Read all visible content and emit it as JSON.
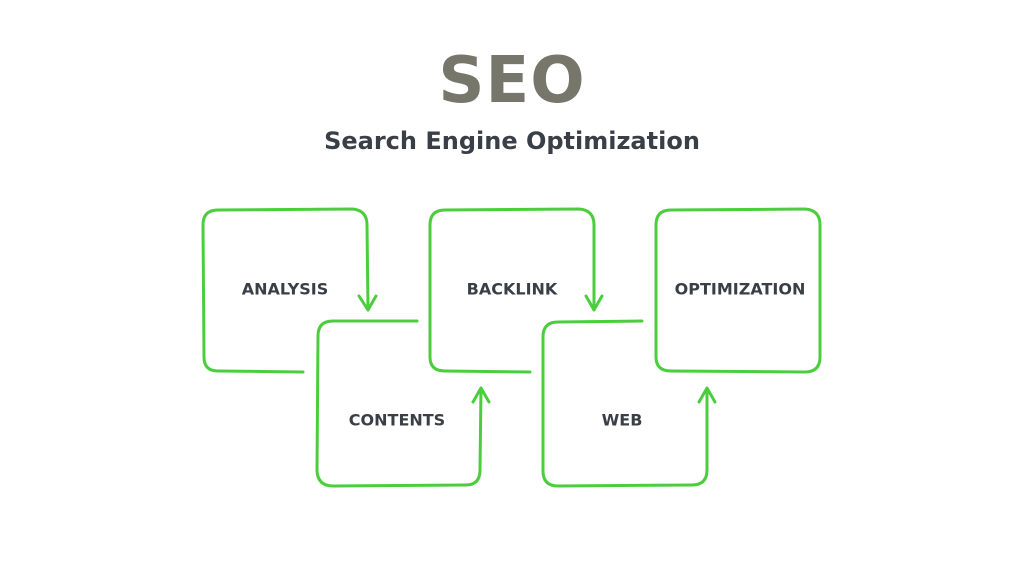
{
  "title": "SEO",
  "subtitle": "Search Engine Optimization",
  "colors": {
    "accent": "#4ccd3e",
    "title": "#77766a",
    "text": "#3a3f47"
  },
  "steps": [
    {
      "label": "ANALYSIS"
    },
    {
      "label": "CONTENTS"
    },
    {
      "label": "BACKLINK"
    },
    {
      "label": "WEB"
    },
    {
      "label": "OPTIMIZATION"
    }
  ]
}
